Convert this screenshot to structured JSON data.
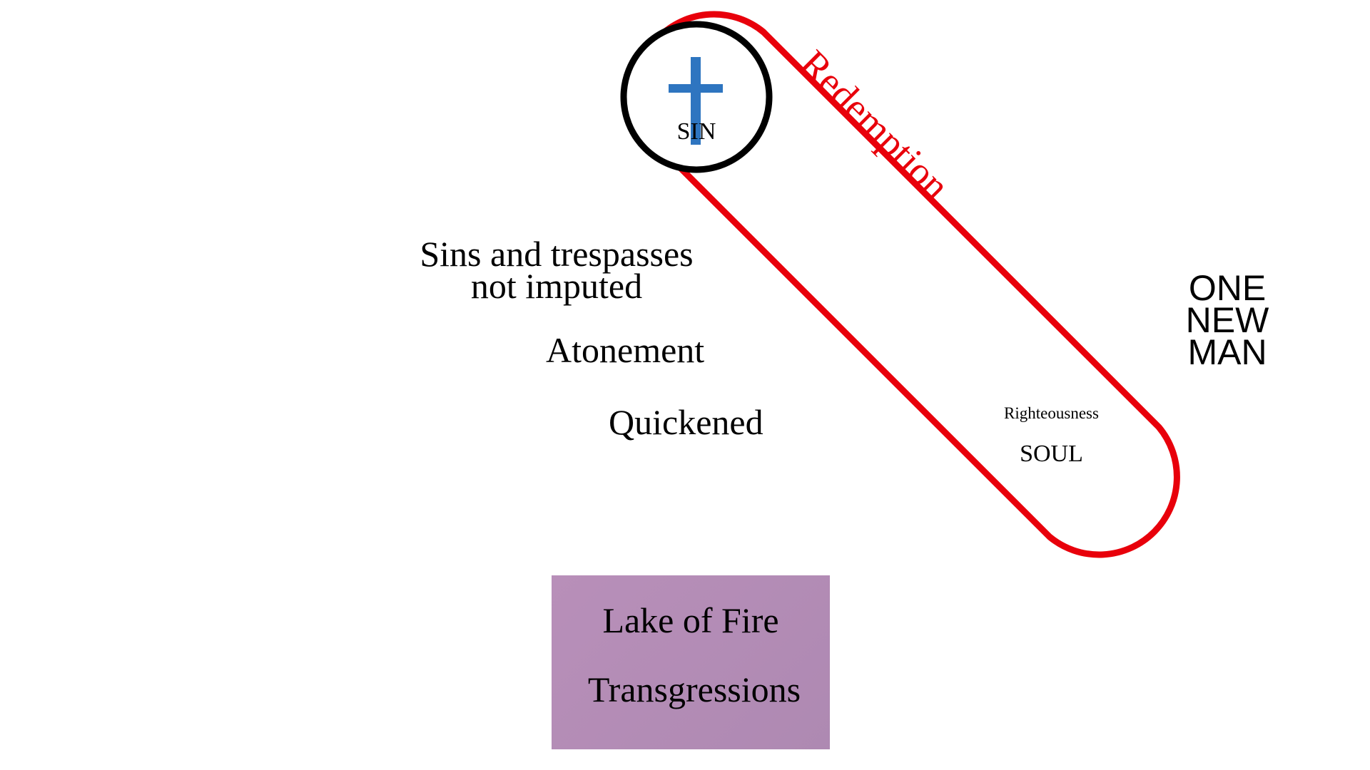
{
  "diagram": {
    "sin_label": "SIN",
    "redemption_label": "Redemption",
    "sins_label": {
      "line1": "Sins and trespasses",
      "line2": "not imputed"
    },
    "atonement_label": "Atonement",
    "quickened_label": "Quickened",
    "one_new_man": {
      "line1": "ONE",
      "line2": "NEW",
      "line3": "MAN"
    },
    "righteousness_label": "Righteousness",
    "soul_label": "SOUL",
    "lake_box": {
      "title": "Lake of Fire",
      "subtitle": "Transgressions"
    },
    "icons": {
      "cross": "cross-icon"
    },
    "colors": {
      "redemption_outline": "#e8000b",
      "sin_circle": "#000000",
      "cross": "#2e75c0",
      "lake_box": "#b48cb6"
    }
  }
}
